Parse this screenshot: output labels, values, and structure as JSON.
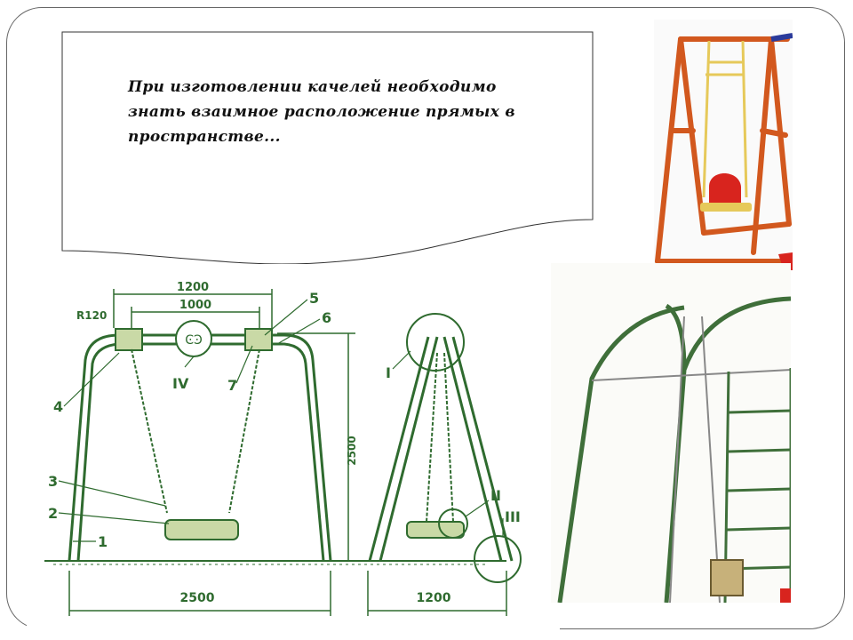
{
  "note": {
    "lines": [
      "При изготовлении качелей необходимо",
      "знать взаимное расположение прямых в",
      "пространстве..."
    ]
  },
  "drawing": {
    "dims": {
      "top_outer": "1200",
      "top_inner": "1000",
      "radius": "R120",
      "height": "2500",
      "base_front": "2500",
      "base_side": "1200"
    },
    "callouts": [
      "1",
      "2",
      "3",
      "4",
      "5",
      "6",
      "7"
    ],
    "details": [
      "I",
      "II",
      "III",
      "IV"
    ]
  },
  "colors": {
    "frame_orange": "#d2581e",
    "seat_red": "#d8241e",
    "sketch_green": "#2f6b2f",
    "sketch_fill": "#c9d9a6",
    "photo_green": "#3f6f3a"
  }
}
